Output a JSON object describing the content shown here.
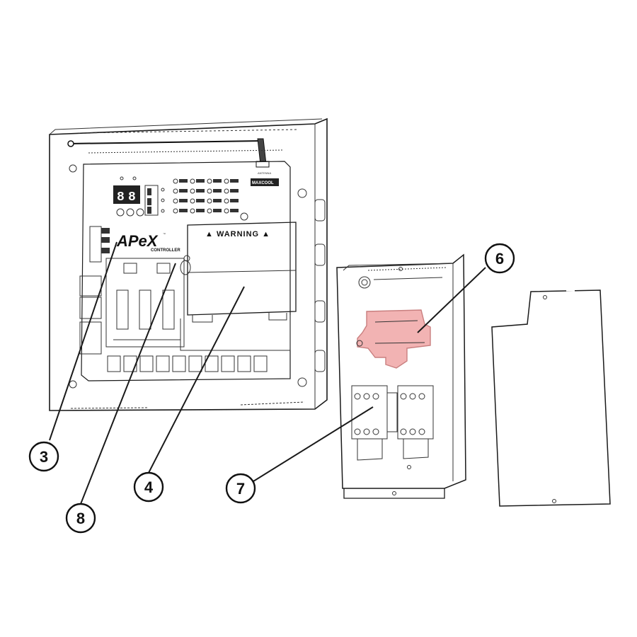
{
  "brand": {
    "logo_text": "APeX",
    "logo_sub": "CONTROLLER",
    "logo_tm": "™"
  },
  "labels": {
    "warning": "WARNING",
    "antenna": "ANTENNA",
    "maxcool": "MAXCOOL"
  },
  "callouts": [
    {
      "id": "3",
      "label": "3"
    },
    {
      "id": "8",
      "label": "8"
    },
    {
      "id": "4",
      "label": "4"
    },
    {
      "id": "7",
      "label": "7"
    },
    {
      "id": "6",
      "label": "6"
    }
  ],
  "display": {
    "digit_1": "8",
    "digit_2": "8"
  },
  "colors": {
    "highlight": "#f2b3b3",
    "highlight_stroke": "#c97f7f",
    "line": "#1a1a1a"
  }
}
